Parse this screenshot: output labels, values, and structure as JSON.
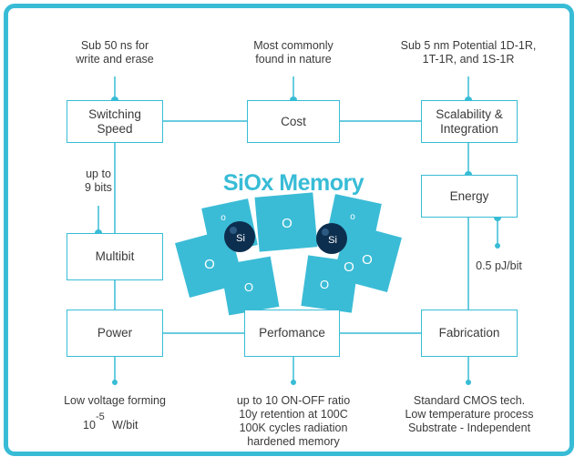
{
  "title": "SiOx Memory",
  "nodes": {
    "switching": "Switching\nSpeed",
    "cost": "Cost",
    "scalability": "Scalability &\nIntegration",
    "energy": "Energy",
    "multibit": "Multibit",
    "power": "Power",
    "performance": "Perfomance",
    "fabrication": "Fabrication"
  },
  "annotations": {
    "switching": "Sub 50 ns for\nwrite and erase",
    "cost": "Most commonly\nfound in nature",
    "scalability": "Sub 5 nm Potential 1D-1R,\n1T-1R, and 1S-1R",
    "multibit": "up to\n9 bits",
    "energy": "0.5 pJ/bit",
    "power_line1": "Low voltage forming",
    "power_base": "10",
    "power_exp": "-5",
    "power_unit": "W/bit",
    "performance_line1": "up to 10  ON-OFF ratio",
    "performance_rest": "10y retention at 100C\n100K cycles radiation\nhardened memory",
    "fabrication": "Standard CMOS tech.\nLow temperature process\nSubstrate - Independent"
  },
  "molecule": {
    "si_label": "Si",
    "o_label": "O",
    "small_o_label": "o"
  },
  "colors": {
    "accent": "#38bcd6",
    "tile": "#3bbcd6",
    "si_atom": "#0d2f4f",
    "text": "#3a3a3a"
  }
}
